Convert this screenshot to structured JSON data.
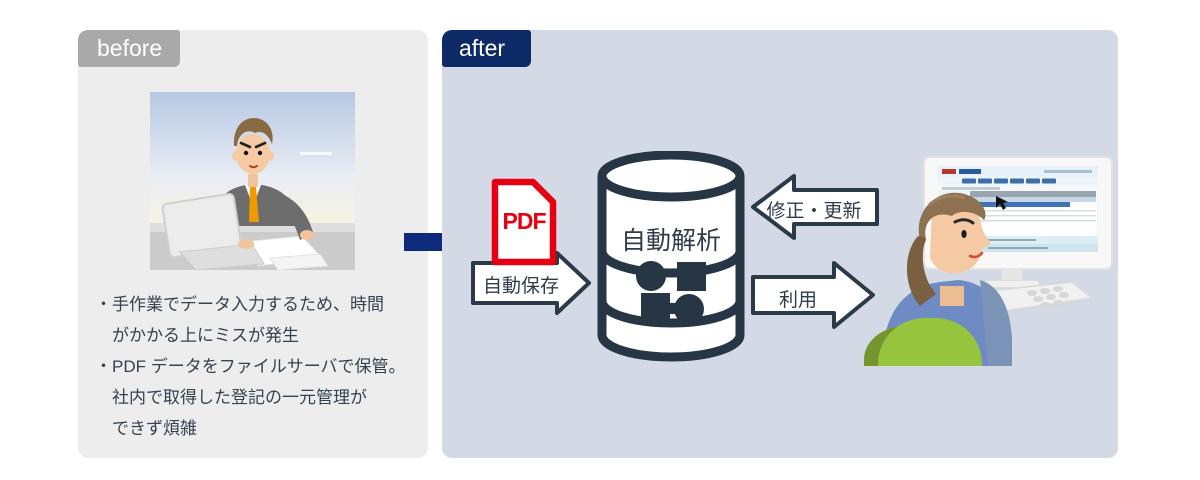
{
  "before_panel": {
    "tag": "before",
    "lines": [
      "・手作業でデータ入力するため、時間",
      "がかかる上にミスが発生",
      "・PDF データをファイルサーバで保管。",
      "社内で取得した登記の一元管理が",
      "できず煩雑"
    ]
  },
  "after_panel": {
    "tag": "after",
    "pdf_label": "PDF",
    "autosave_label": "自動保存",
    "database_label": "自動解析",
    "fix_update_label": "修正・更新",
    "use_label": "利用"
  },
  "colors": {
    "navy_accent": "#0d2a7c",
    "after_tag_bg": "#0d2a67",
    "before_tag_bg": "#a9a9a9",
    "before_panel_bg": "#ededee",
    "after_panel_bg": "#d3d9e5",
    "pdf_red": "#e60012",
    "outline_slate": "#2b3a49",
    "chair_green": "#96c43c"
  }
}
